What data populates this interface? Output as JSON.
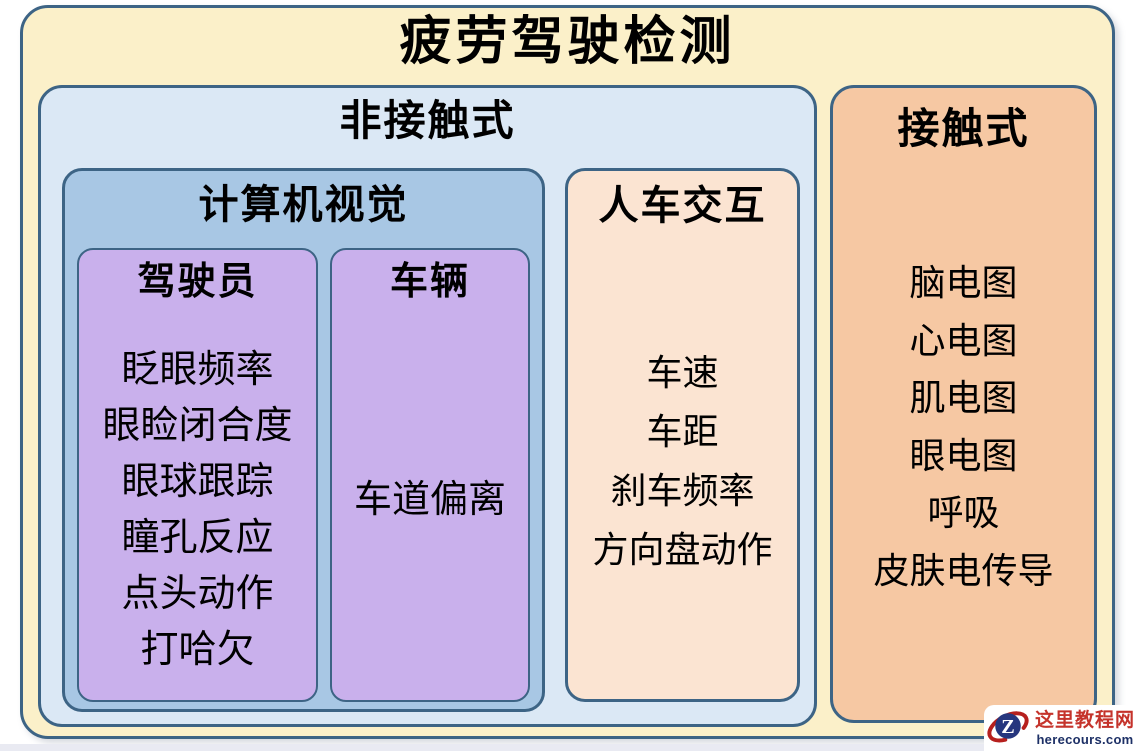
{
  "diagram": {
    "title": "疲劳驾驶检测",
    "noncontact": {
      "label": "非接触式",
      "computer_vision": {
        "label": "计算机视觉",
        "driver": {
          "label": "驾驶员",
          "items": [
            "眨眼频率",
            "眼睑闭合度",
            "眼球跟踪",
            "瞳孔反应",
            "点头动作",
            "打哈欠"
          ]
        },
        "vehicle": {
          "label": "车辆",
          "items": [
            "车道偏离"
          ]
        }
      },
      "interaction": {
        "label": "人车交互",
        "items": [
          "车速",
          "车距",
          "刹车频率",
          "方向盘动作"
        ]
      }
    },
    "contact": {
      "label": "接触式",
      "items": [
        "脑电图",
        "心电图",
        "肌电图",
        "眼电图",
        "呼吸",
        "皮肤电传导"
      ]
    }
  },
  "watermark": {
    "site_name": "这里教程网",
    "site_domain": "herecours.com",
    "logo_letter": "Z"
  },
  "colors": {
    "outer_bg": "#FBF0C9",
    "noncontact_bg": "#DBE8F5",
    "computer_vision_bg": "#A8C7E4",
    "leaf_purple_bg": "#C9B0EC",
    "interaction_bg": "#FBE4D2",
    "contact_bg": "#F6C8A3",
    "border": "#3D6485",
    "watermark_red": "#C5332B",
    "watermark_navy": "#1D3066"
  }
}
